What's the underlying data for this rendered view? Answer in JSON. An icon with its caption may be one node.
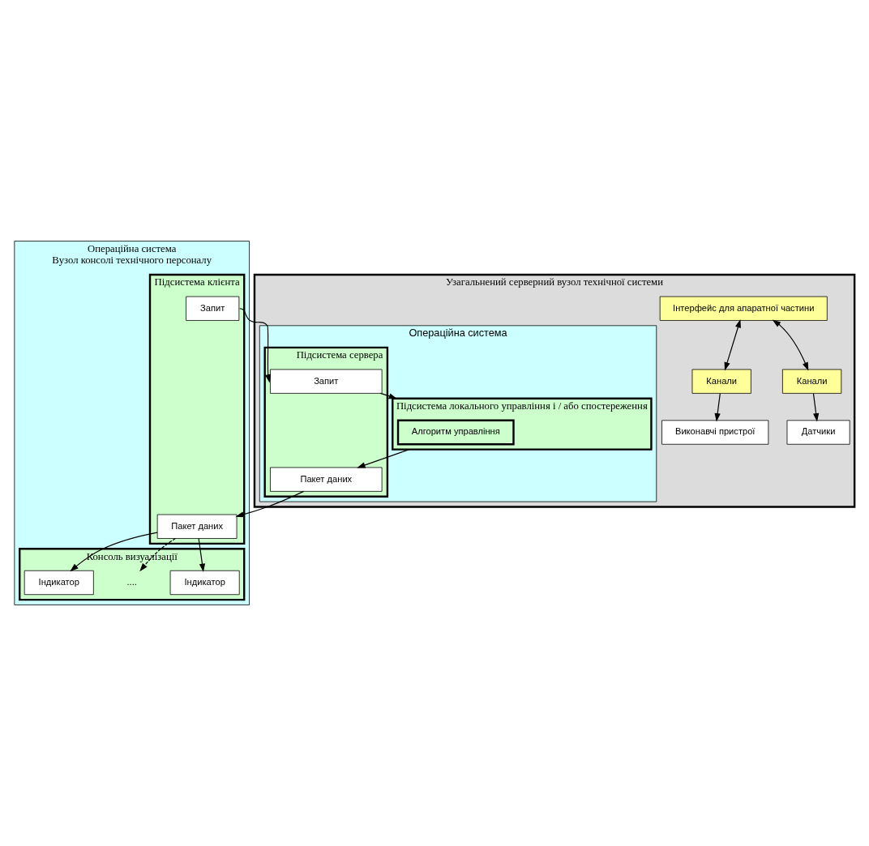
{
  "diagram": {
    "nodes": [
      {
        "text": [
          "Узагальнений серверний вузол технічної системи"
        ]
      },
      {
        "text": [
          "Операційна система"
        ],
        "in": 0
      },
      {
        "text": [
          "Підсистема сервера"
        ],
        "in": 1
      },
      {
        "text": [
          "Запит"
        ],
        "in": 2
      },
      {
        "text": [
          "Пакет даних"
        ],
        "in": 2
      },
      {
        "text": [
          "Підсистема локального управління і / або спостереження"
        ],
        "in": 1
      },
      {
        "text": [
          "Алгоритм управління"
        ],
        "in": 5
      },
      {
        "text": [
          "Інтерфейс для апаратної частини"
        ],
        "in": 0
      },
      {
        "text": [
          "Канали"
        ],
        "in": 0
      },
      {
        "text": [
          "Канали"
        ],
        "in": 0
      },
      {
        "text": [
          "Датчики"
        ],
        "in": 0
      },
      {
        "text": [
          "Виконавчі пристрої"
        ],
        "in": 0
      },
      {
        "text": [
          "Операційна система",
          "Вузол консолі технічного персоналу"
        ]
      },
      {
        "text": [
          "Підсистема клієнта"
        ],
        "in": 12
      },
      {
        "text": [
          "Запит"
        ],
        "in": 13
      },
      {
        "text": [
          "Пакет даних"
        ],
        "in": 13
      },
      {
        "text": [
          "Консоль визуалізації"
        ],
        "in": 12
      },
      {
        "text": [
          "Індикатор"
        ],
        "in": 16
      },
      {
        "text": [
          "...."
        ],
        "in": 16
      },
      {
        "text": [
          "Індикатор"
        ],
        "in": 16
      }
    ],
    "edges": [
      {
        "from": 14,
        "to": 3,
        "arrow": "to"
      },
      {
        "from": 3,
        "to": 5,
        "arrow": "to"
      },
      {
        "from": 5,
        "to": 4,
        "arrow": "to"
      },
      {
        "from": 4,
        "to": 15,
        "arrow": "to"
      },
      {
        "from": 15,
        "to": 17,
        "arrow": "to"
      },
      {
        "from": 15,
        "to": 18,
        "arrow": "to",
        "style": "dashed"
      },
      {
        "from": 15,
        "to": 19,
        "arrow": "to"
      },
      {
        "from": 7,
        "to": 8,
        "arrow": "both"
      },
      {
        "from": 7,
        "to": 9,
        "arrow": "both"
      },
      {
        "from": 8,
        "to": 10,
        "arrow": "to"
      },
      {
        "from": 9,
        "to": 11,
        "arrow": "to"
      }
    ]
  }
}
